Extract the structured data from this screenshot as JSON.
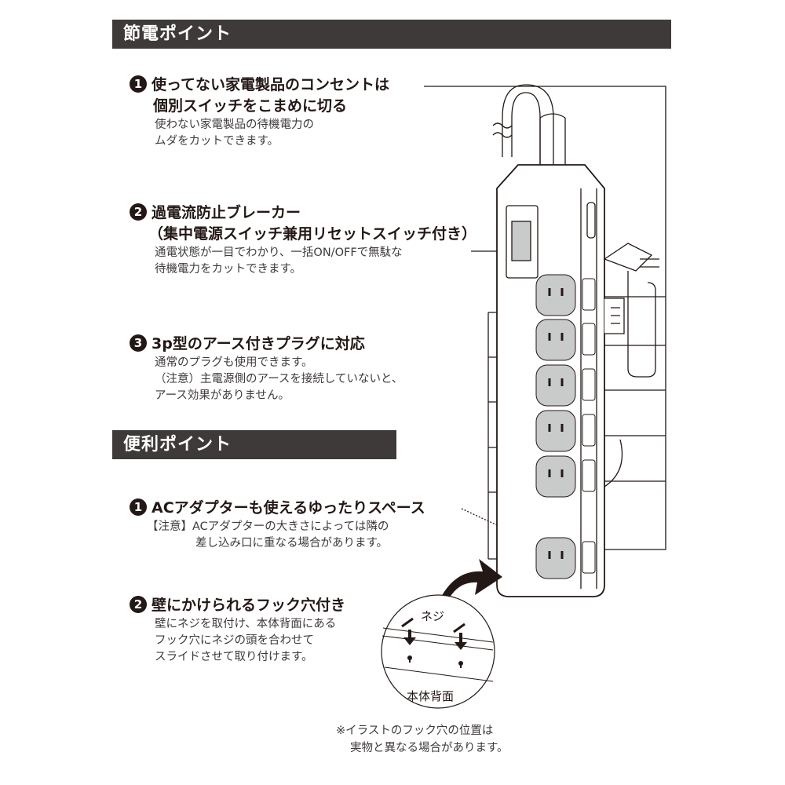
{
  "sections": {
    "saving": {
      "title": "節電ポイント",
      "points": [
        {
          "num": "1",
          "heading": [
            "使ってない家電製品のコンセントは",
            "個別スイッチをこまめに切る"
          ],
          "desc": [
            "使わない家電製品の待機電力の",
            "ムダをカットできます。"
          ]
        },
        {
          "num": "2",
          "heading": [
            "過電流防止ブレーカー",
            "（集中電源スイッチ兼用リセットスイッチ付き）"
          ],
          "desc": [
            "通電状態が一目でわかり、一括ON/OFFで無駄な",
            "待機電力をカットできます。"
          ]
        },
        {
          "num": "3",
          "heading": [
            "3p型のアース付きプラグに対応"
          ],
          "desc": [
            "通常のプラグも使用できます。",
            "（注意）主電源側のアースを接続していないと、",
            "アース効果がありません。"
          ]
        }
      ]
    },
    "convenience": {
      "title": "便利ポイント",
      "points": [
        {
          "num": "1",
          "heading": [
            "ACアダプターも使えるゆったりスペース"
          ],
          "desc": [
            "【注意】ACアダプターの大きさによっては隣の",
            "差し込み口に重なる場合があります。"
          ]
        },
        {
          "num": "2",
          "heading": [
            "壁にかけられるフック穴付き"
          ],
          "desc": [
            "壁にネジを取付け、本体背面にある",
            "フック穴にネジの頭を合わせて",
            "スライドさせて取り付けます。"
          ]
        }
      ]
    }
  },
  "illustration": {
    "screw_label": "ネジ",
    "back_label": "本体背面"
  },
  "footnote": [
    "※イラストのフック穴の位置は",
    "実物と異なる場合があります。"
  ]
}
